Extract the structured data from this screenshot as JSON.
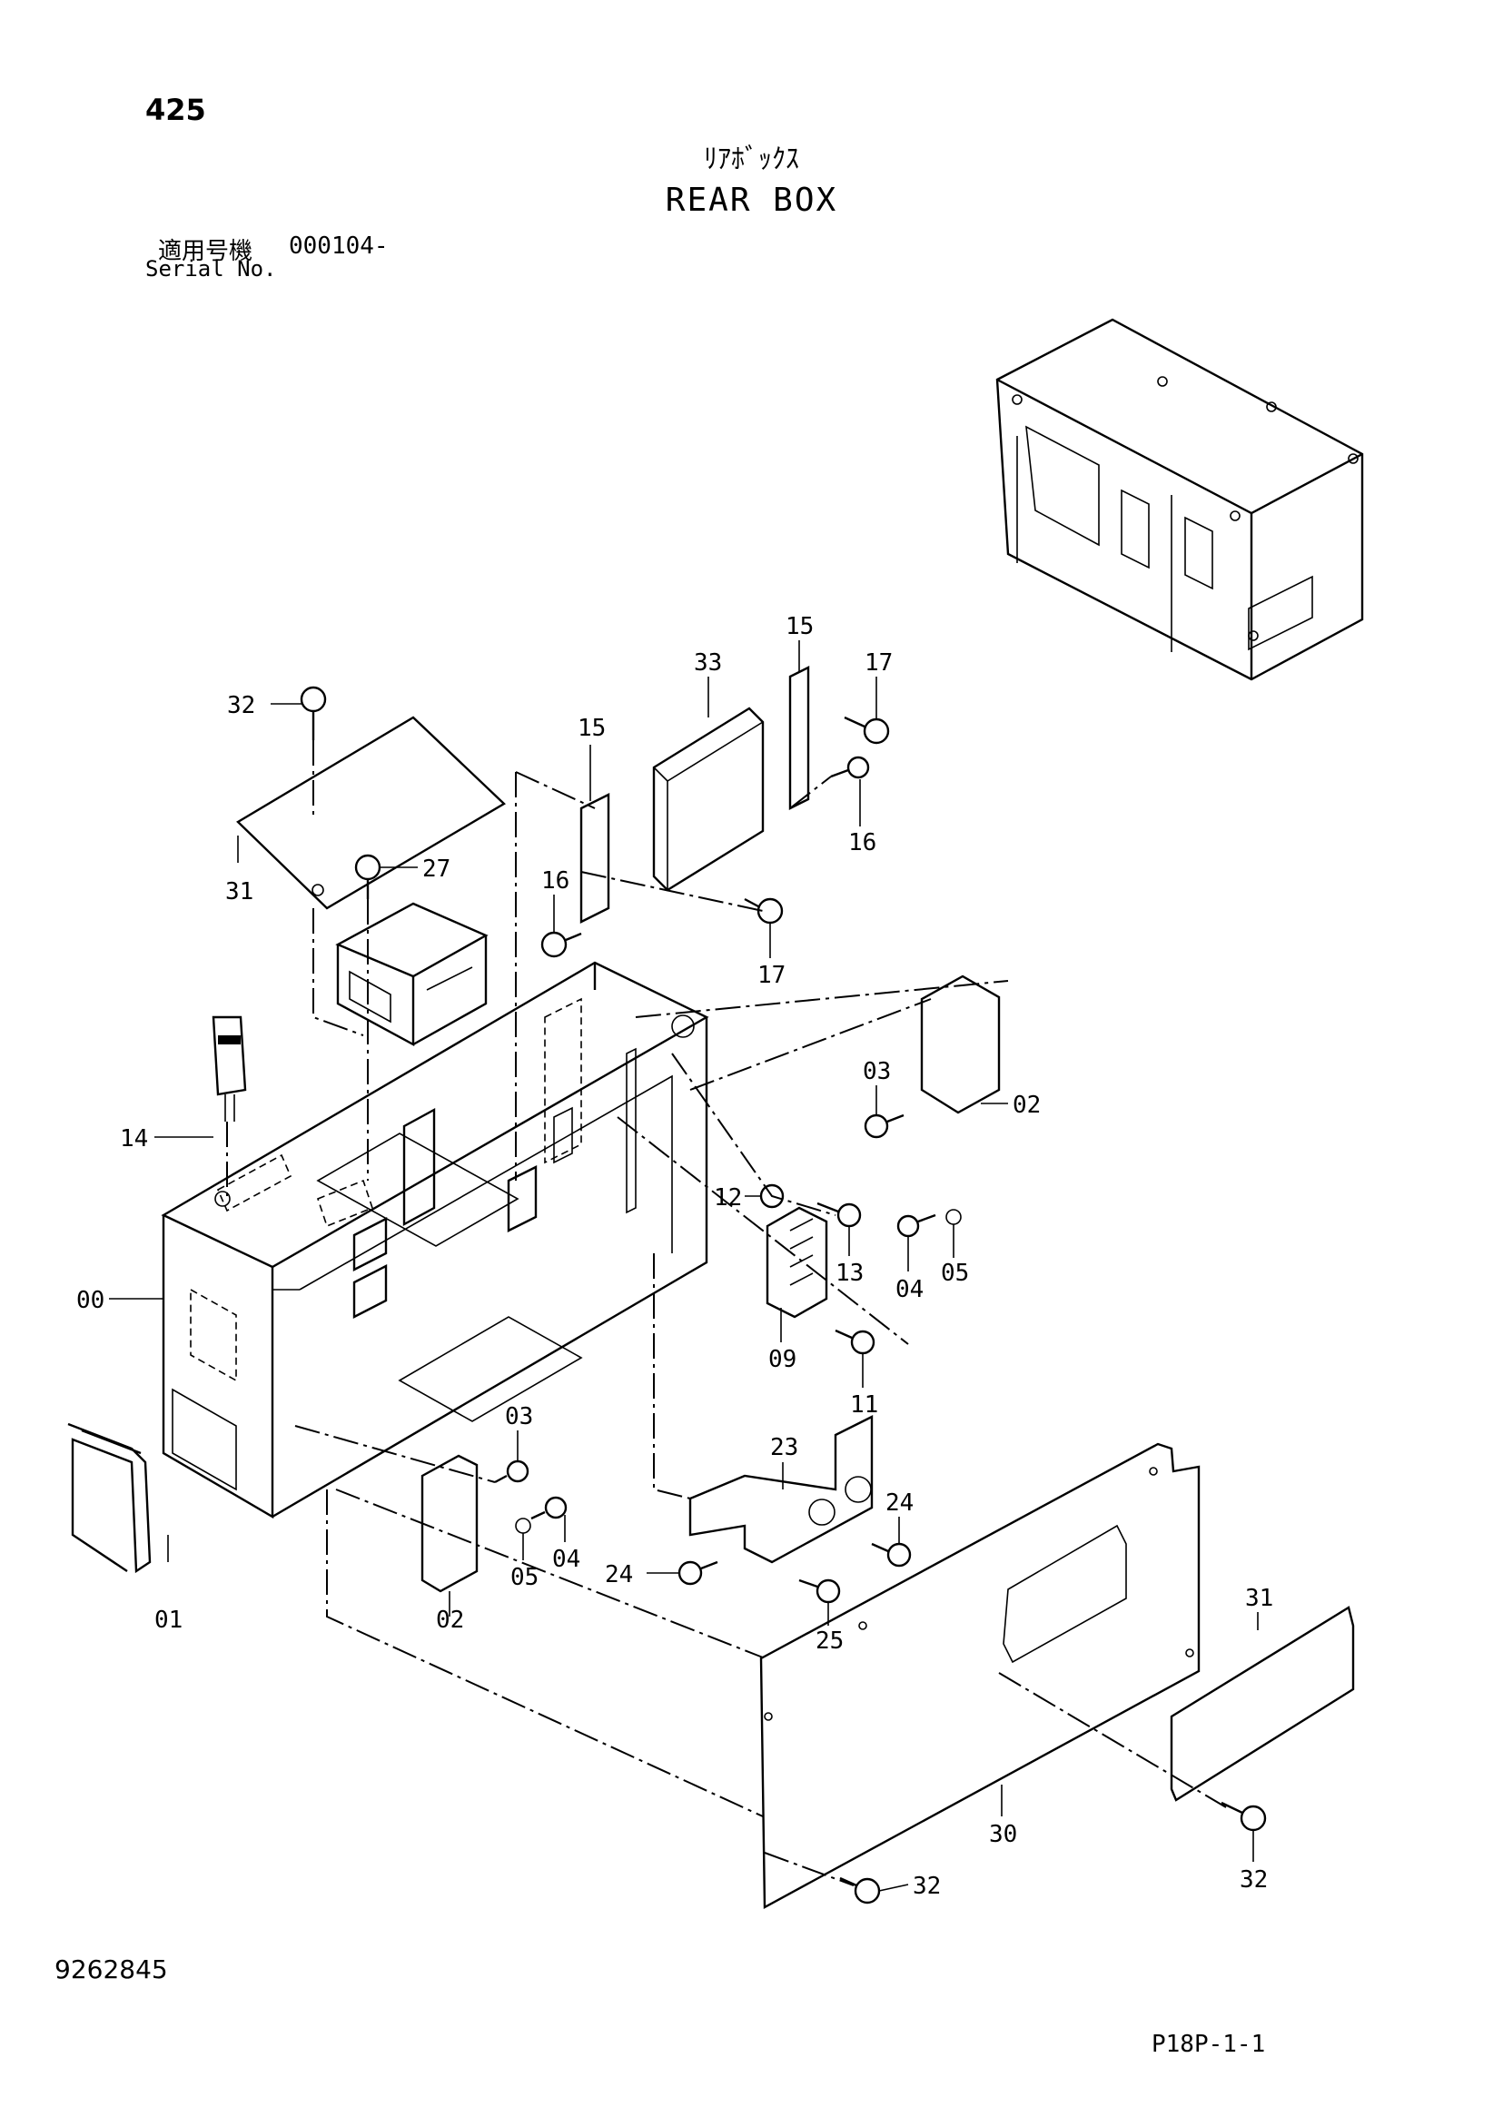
{
  "header": {
    "page_number": "425",
    "title_jp": "ﾘｱﾎﾞｯｸｽ",
    "title_en": "REAR BOX",
    "serial_label_jp": "適用号機",
    "serial_value": "000104-",
    "serial_label_en": "Serial No."
  },
  "footer": {
    "doc_number": "9262845",
    "figure_code": "P18P-1-1"
  },
  "callouts": [
    {
      "id": "c32a",
      "label": "32"
    },
    {
      "id": "c31a",
      "label": "31"
    },
    {
      "id": "c27",
      "label": "27"
    },
    {
      "id": "c15a",
      "label": "15"
    },
    {
      "id": "c33",
      "label": "33"
    },
    {
      "id": "c15b",
      "label": "15"
    },
    {
      "id": "c17a",
      "label": "17"
    },
    {
      "id": "c16a",
      "label": "16"
    },
    {
      "id": "c16b",
      "label": "16"
    },
    {
      "id": "c17b",
      "label": "17"
    },
    {
      "id": "c14",
      "label": "14"
    },
    {
      "id": "c03a",
      "label": "03"
    },
    {
      "id": "c02a",
      "label": "02"
    },
    {
      "id": "c12",
      "label": "12"
    },
    {
      "id": "c13",
      "label": "13"
    },
    {
      "id": "c04a",
      "label": "04"
    },
    {
      "id": "c05a",
      "label": "05"
    },
    {
      "id": "c00",
      "label": "00"
    },
    {
      "id": "c09",
      "label": "09"
    },
    {
      "id": "c11",
      "label": "11"
    },
    {
      "id": "c03b",
      "label": "03"
    },
    {
      "id": "c23",
      "label": "23"
    },
    {
      "id": "c24a",
      "label": "24"
    },
    {
      "id": "c05b",
      "label": "05"
    },
    {
      "id": "c04b",
      "label": "04"
    },
    {
      "id": "c24b",
      "label": "24"
    },
    {
      "id": "c01",
      "label": "01"
    },
    {
      "id": "c02b",
      "label": "02"
    },
    {
      "id": "c25",
      "label": "25"
    },
    {
      "id": "c31b",
      "label": "31"
    },
    {
      "id": "c30",
      "label": "30"
    },
    {
      "id": "c32b",
      "label": "32"
    },
    {
      "id": "c32c",
      "label": "32"
    }
  ]
}
